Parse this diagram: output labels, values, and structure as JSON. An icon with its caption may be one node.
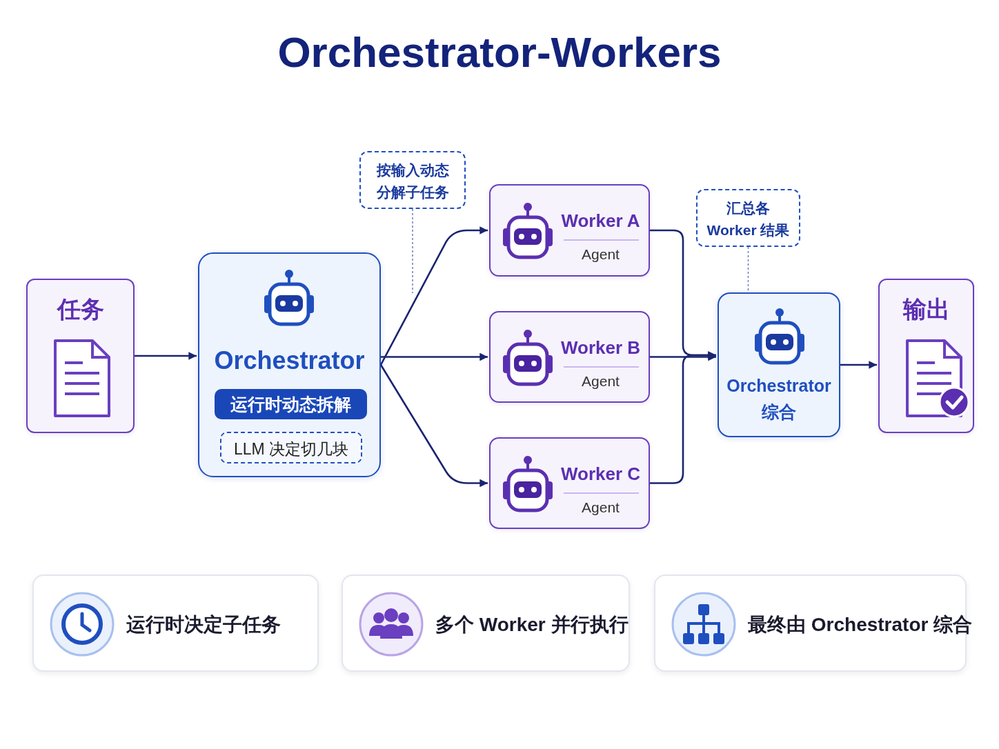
{
  "diagram": {
    "title": "Orchestrator-Workers",
    "nodes": [
      {
        "text": [
          "任务"
        ]
      },
      {
        "text": [
          "Orchestrator"
        ]
      },
      {
        "text": [
          "运行时动态拆解"
        ],
        "in": 1
      },
      {
        "text": [
          "LLM 决定切几块"
        ],
        "in": 1
      },
      {
        "text": [
          "按输入动态分解子任务"
        ]
      },
      {
        "text": [
          "Worker A",
          "Agent"
        ]
      },
      {
        "text": [
          "Worker B",
          "Agent"
        ]
      },
      {
        "text": [
          "Worker C",
          "Agent"
        ]
      },
      {
        "text": [
          "汇总各 Worker 结果"
        ]
      },
      {
        "text": [
          "Orchestrator 综合"
        ]
      },
      {
        "text": [
          "输出"
        ]
      },
      {
        "text": [
          "运行时决定子任务"
        ]
      },
      {
        "text": [
          "多个 Worker 并行执行"
        ]
      },
      {
        "text": [
          "最终由 Orchestrator 综合"
        ]
      }
    ],
    "edges": [
      {
        "from": 0,
        "to": 1,
        "arrow": "to"
      },
      {
        "from": 1,
        "to": 5,
        "arrow": "to"
      },
      {
        "from": 1,
        "to": 6,
        "arrow": "to"
      },
      {
        "from": 1,
        "to": 7,
        "arrow": "to"
      },
      {
        "from": 5,
        "to": 9,
        "arrow": "to"
      },
      {
        "from": 6,
        "to": 9,
        "arrow": "to"
      },
      {
        "from": 7,
        "to": 9,
        "arrow": "to"
      },
      {
        "from": 9,
        "to": 10,
        "arrow": "to"
      },
      {
        "from": 4,
        "to": null,
        "arrow": "none",
        "style": "dashed",
        "color": "#6f86c6"
      },
      {
        "from": 8,
        "to": 9,
        "arrow": "none",
        "style": "dashed",
        "color": "#6f86c6"
      }
    ]
  }
}
